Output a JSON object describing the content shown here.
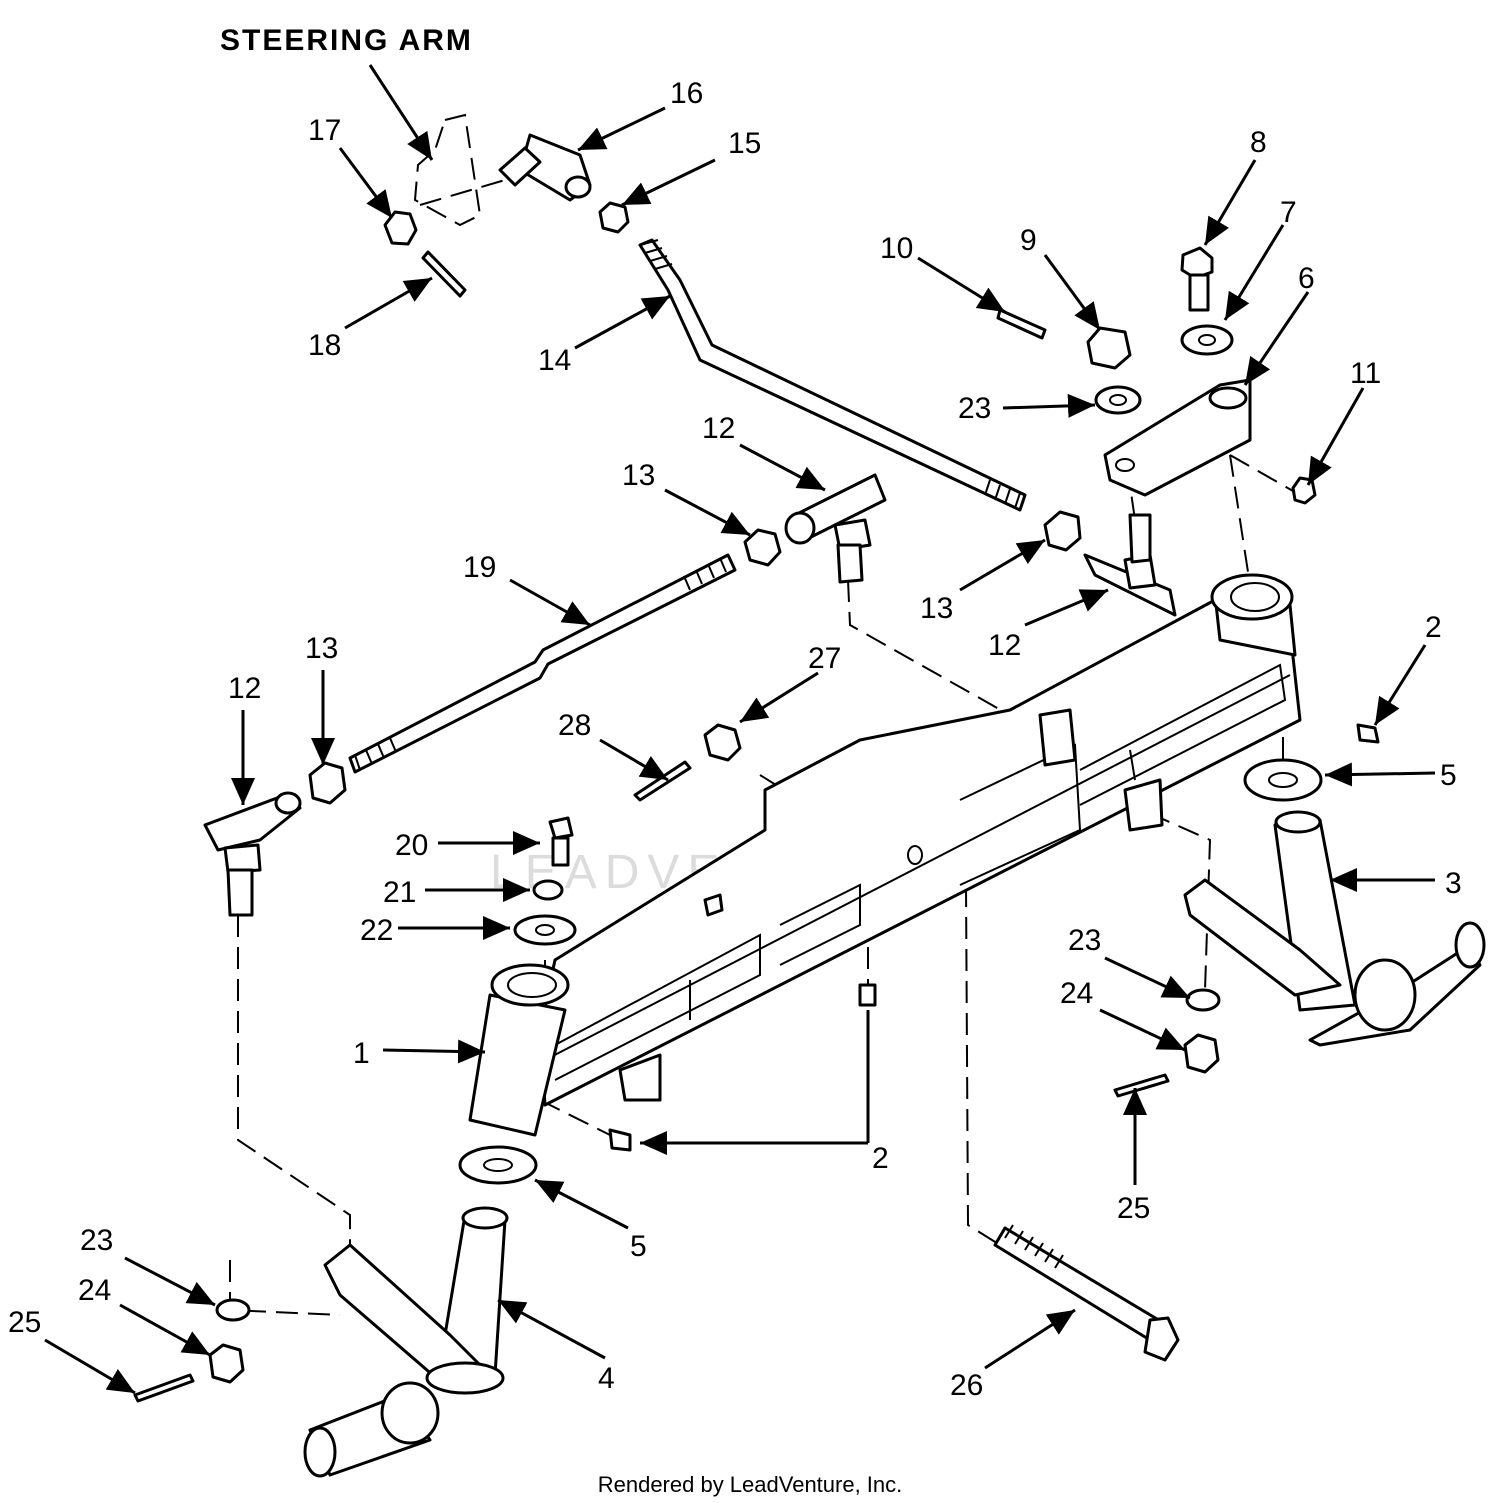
{
  "diagram": {
    "title": "STEERING ARM",
    "footer": "Rendered by LeadVenture, Inc.",
    "watermark": "LEADVENTURE",
    "callouts": [
      {
        "id": "c1",
        "label": "1"
      },
      {
        "id": "c2a",
        "label": "2"
      },
      {
        "id": "c2b",
        "label": "2"
      },
      {
        "id": "c3",
        "label": "3"
      },
      {
        "id": "c4",
        "label": "4"
      },
      {
        "id": "c5a",
        "label": "5"
      },
      {
        "id": "c5b",
        "label": "5"
      },
      {
        "id": "c6",
        "label": "6"
      },
      {
        "id": "c7",
        "label": "7"
      },
      {
        "id": "c8",
        "label": "8"
      },
      {
        "id": "c9",
        "label": "9"
      },
      {
        "id": "c10",
        "label": "10"
      },
      {
        "id": "c11",
        "label": "11"
      },
      {
        "id": "c12a",
        "label": "12"
      },
      {
        "id": "c12b",
        "label": "12"
      },
      {
        "id": "c12c",
        "label": "12"
      },
      {
        "id": "c13a",
        "label": "13"
      },
      {
        "id": "c13b",
        "label": "13"
      },
      {
        "id": "c13c",
        "label": "13"
      },
      {
        "id": "c14",
        "label": "14"
      },
      {
        "id": "c15",
        "label": "15"
      },
      {
        "id": "c16",
        "label": "16"
      },
      {
        "id": "c17",
        "label": "17"
      },
      {
        "id": "c18",
        "label": "18"
      },
      {
        "id": "c19",
        "label": "19"
      },
      {
        "id": "c20",
        "label": "20"
      },
      {
        "id": "c21",
        "label": "21"
      },
      {
        "id": "c22",
        "label": "22"
      },
      {
        "id": "c23a",
        "label": "23"
      },
      {
        "id": "c23b",
        "label": "23"
      },
      {
        "id": "c23c",
        "label": "23"
      },
      {
        "id": "c24a",
        "label": "24"
      },
      {
        "id": "c24b",
        "label": "24"
      },
      {
        "id": "c25a",
        "label": "25"
      },
      {
        "id": "c25b",
        "label": "25"
      },
      {
        "id": "c26",
        "label": "26"
      },
      {
        "id": "c27",
        "label": "27"
      },
      {
        "id": "c28",
        "label": "28"
      }
    ]
  }
}
